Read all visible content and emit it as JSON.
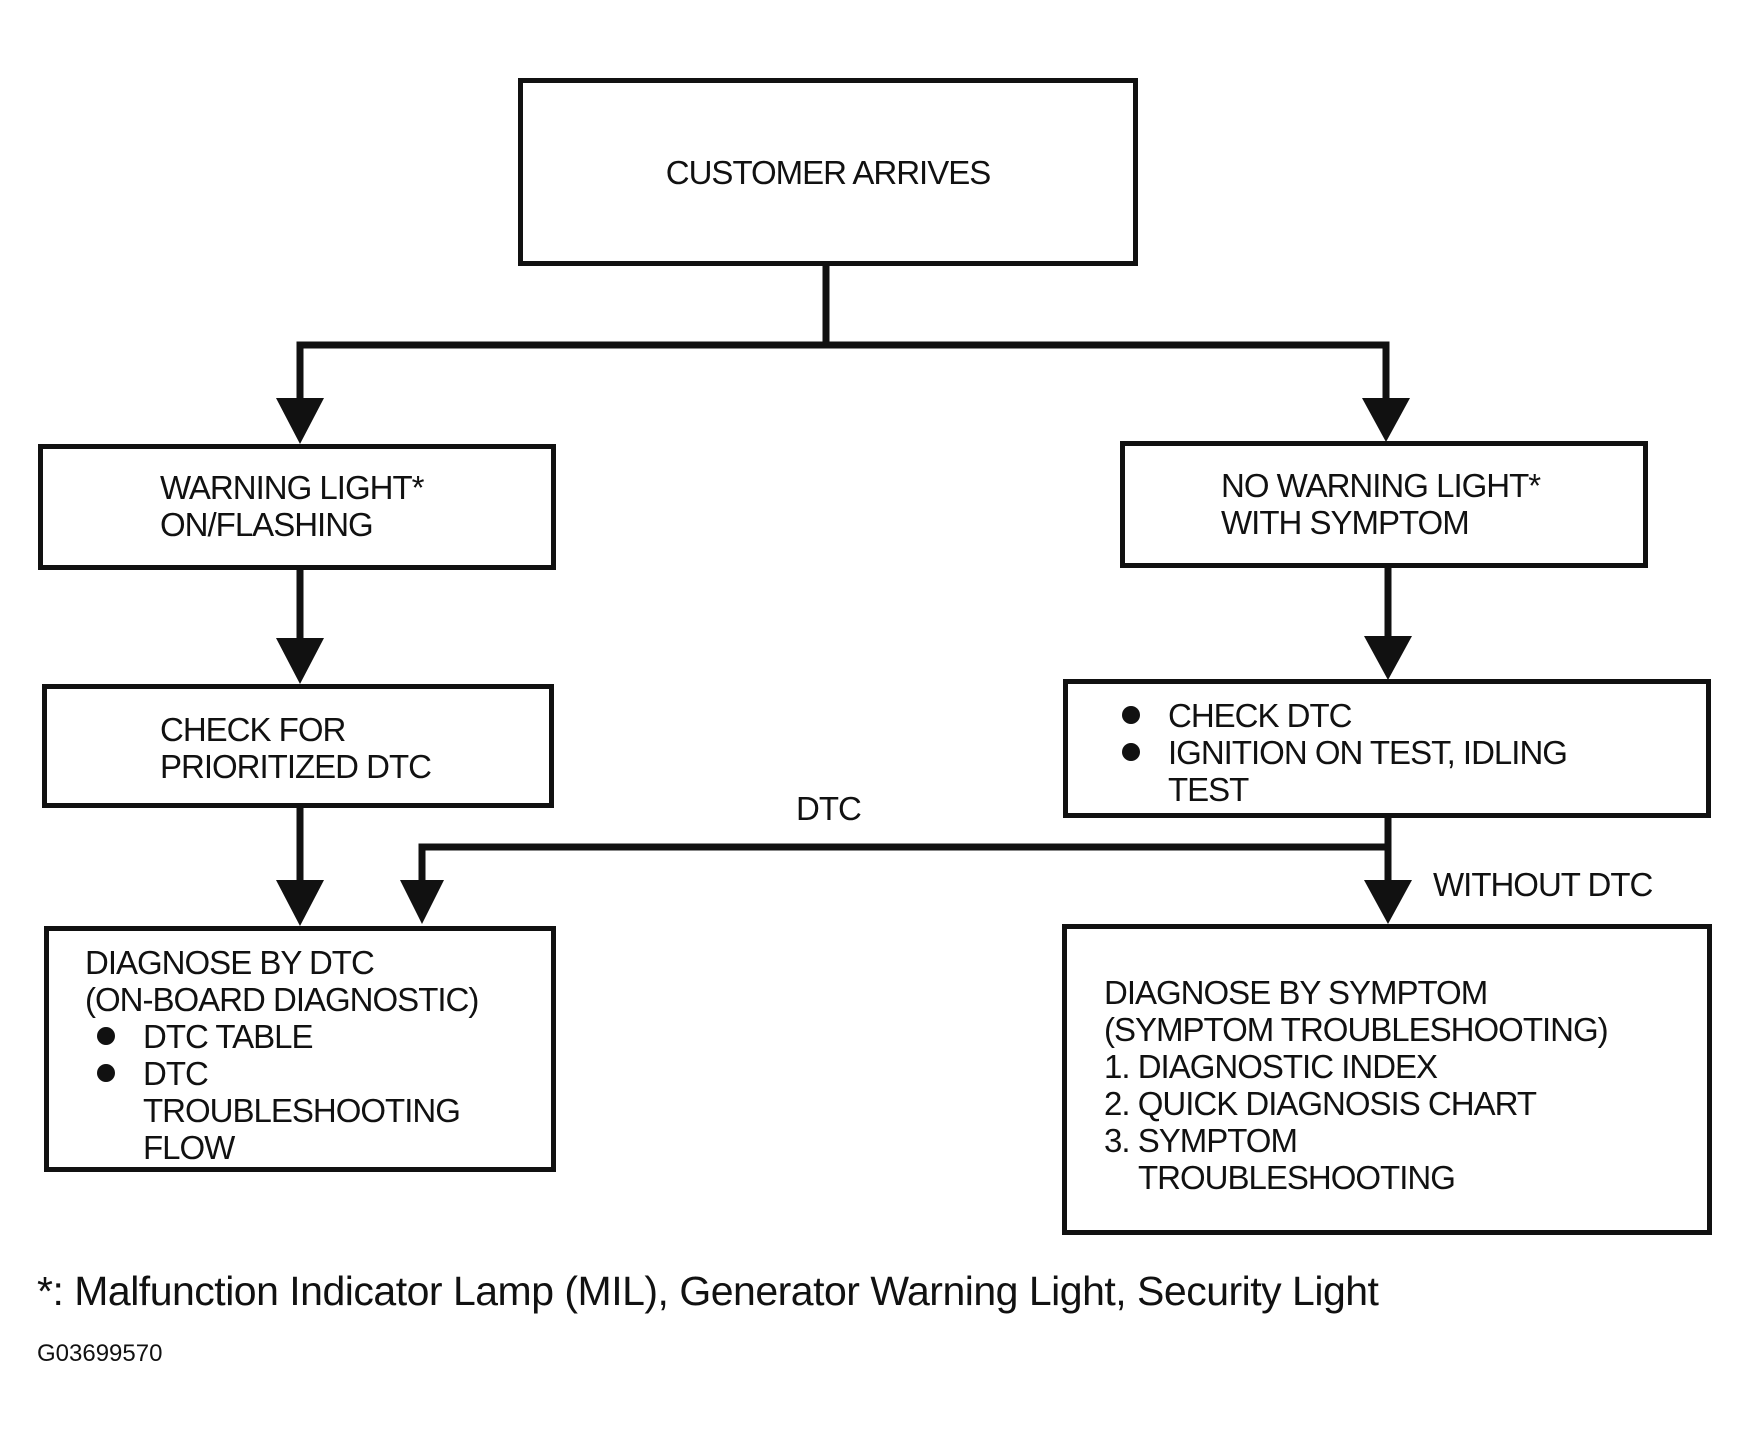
{
  "nodes": {
    "customer_arrives": {
      "label": "CUSTOMER ARRIVES"
    },
    "warning_light": {
      "lines": [
        "WARNING LIGHT*",
        "ON/FLASHING"
      ]
    },
    "no_warning_light": {
      "lines": [
        "NO WARNING LIGHT*",
        "WITH SYMPTOM"
      ]
    },
    "check_prioritized_dtc": {
      "lines": [
        "CHECK FOR",
        "PRIORITIZED DTC"
      ]
    },
    "check_dtc_tests": {
      "bullets": [
        "CHECK DTC",
        "IGNITION ON TEST, IDLING"
      ],
      "continuation": "TEST"
    },
    "diagnose_by_dtc": {
      "lines": [
        "DIAGNOSE BY DTC",
        "(ON-BOARD DIAGNOSTIC)"
      ],
      "bullets": [
        "DTC TABLE",
        "DTC"
      ],
      "continuation": [
        "TROUBLESHOOTING",
        "FLOW"
      ]
    },
    "diagnose_by_symptom": {
      "lines": [
        "DIAGNOSE BY SYMPTOM",
        "(SYMPTOM TROUBLESHOOTING)"
      ],
      "items": [
        "1. DIAGNOSTIC INDEX",
        "2. QUICK DIAGNOSIS CHART",
        "3. SYMPTOM"
      ],
      "continuation": "TROUBLESHOOTING"
    }
  },
  "edge_labels": {
    "dtc": "DTC",
    "without_dtc": "WITHOUT DTC"
  },
  "footnote": "*: Malfunction Indicator Lamp (MIL), Generator Warning Light, Security Light",
  "figure_code": "G03699570",
  "colors": {
    "line": "#111111",
    "background": "#ffffff"
  }
}
